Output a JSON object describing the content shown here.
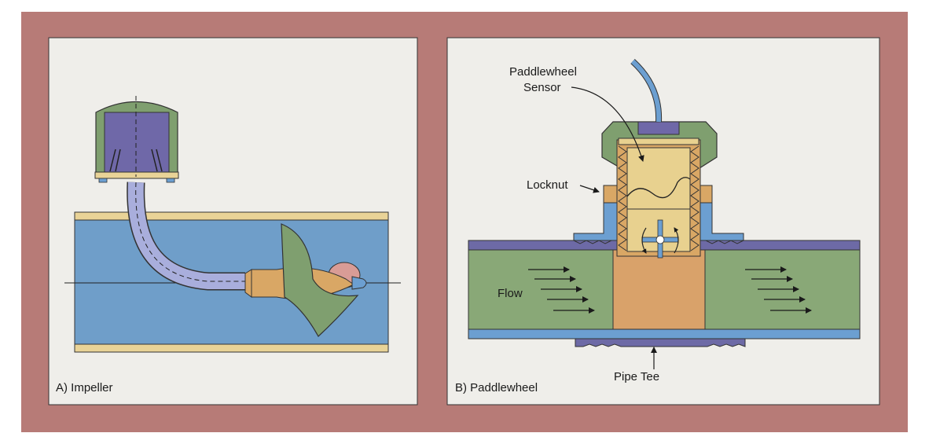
{
  "colors": {
    "frame": "#b77b77",
    "panel": "#efeeea",
    "pipe_water": "#6f9ec9",
    "pipe_wall": "#e9d397",
    "flow_water": "#89a877",
    "tee": "#6d6aa6",
    "sensor_body": "#e8d18f",
    "blue_fitting": "#6c9fd1",
    "housing_green": "#7f9f6f",
    "housing_purple": "#6f68a8",
    "cable": "#a9aedc",
    "impeller_hub": "#d9a765",
    "flow_center": "#d9a26a",
    "paddle_blue": "#6c9fd1"
  },
  "panel_a": {
    "caption": "A) Impeller"
  },
  "panel_b": {
    "caption": "B) Paddlewheel",
    "labels": {
      "sensor_line1": "Paddlewheel",
      "sensor_line2": "Sensor",
      "locknut": "Locknut",
      "flow": "Flow",
      "pipe_tee": "Pipe Tee"
    }
  }
}
